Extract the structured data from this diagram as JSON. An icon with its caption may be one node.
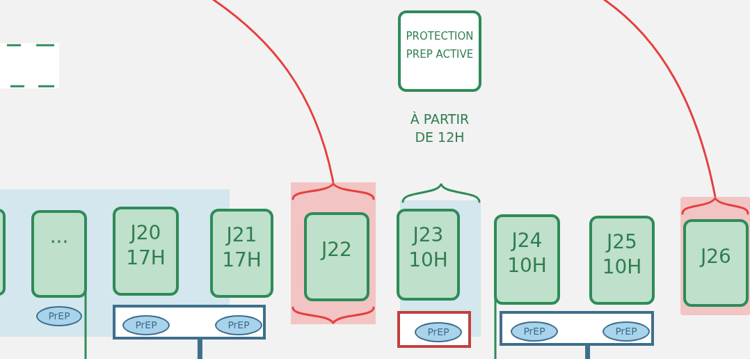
{
  "diagram": {
    "nodes": [
      {
        "text": [],
        "shape": "box"
      },
      {
        "text": [
          "PROTECTION PREP ACTIVE"
        ],
        "beside": [
          "À PARTIR DE 12H"
        ]
      },
      {
        "text": [],
        "shape": "box"
      },
      {
        "text": [
          "..."
        ]
      },
      {
        "text": [
          "J20 17H"
        ]
      },
      {
        "text": [
          "J21 17H"
        ]
      },
      {
        "text": [
          "J22"
        ]
      },
      {
        "text": [
          "J23 10H"
        ]
      },
      {
        "text": [
          "J24 10H"
        ]
      },
      {
        "text": [
          "J25 10H"
        ]
      },
      {
        "text": [
          "J26"
        ]
      },
      {
        "text": [
          "PrEP"
        ]
      },
      {
        "text": [],
        "shape": "box"
      },
      {
        "text": [
          "PrEP"
        ],
        "in": 12
      },
      {
        "text": [
          "PrEP"
        ],
        "in": 12
      },
      {
        "text": [],
        "shape": "box"
      },
      {
        "text": [
          "PrEP"
        ],
        "in": 15
      },
      {
        "text": [],
        "shape": "box"
      },
      {
        "text": [
          "PrEP"
        ],
        "in": 17
      },
      {
        "text": [
          "PrEP"
        ],
        "in": 17
      }
    ],
    "edges": [
      {
        "from": null,
        "to": 6,
        "arrow": "none",
        "color": "#e5403f"
      },
      {
        "from": null,
        "to": 10,
        "arrow": "none",
        "color": "#e5403f"
      },
      {
        "from": 3,
        "to": null,
        "arrow": "none",
        "color": "#2e8b57"
      },
      {
        "from": 8,
        "to": null,
        "arrow": "none",
        "color": "#2e8b57"
      },
      {
        "from": 12,
        "to": null,
        "arrow": "none",
        "style": "thick",
        "color": "#3d6f8c"
      },
      {
        "from": 17,
        "to": null,
        "arrow": "none",
        "style": "thick",
        "color": "#3d6f8c"
      }
    ]
  }
}
